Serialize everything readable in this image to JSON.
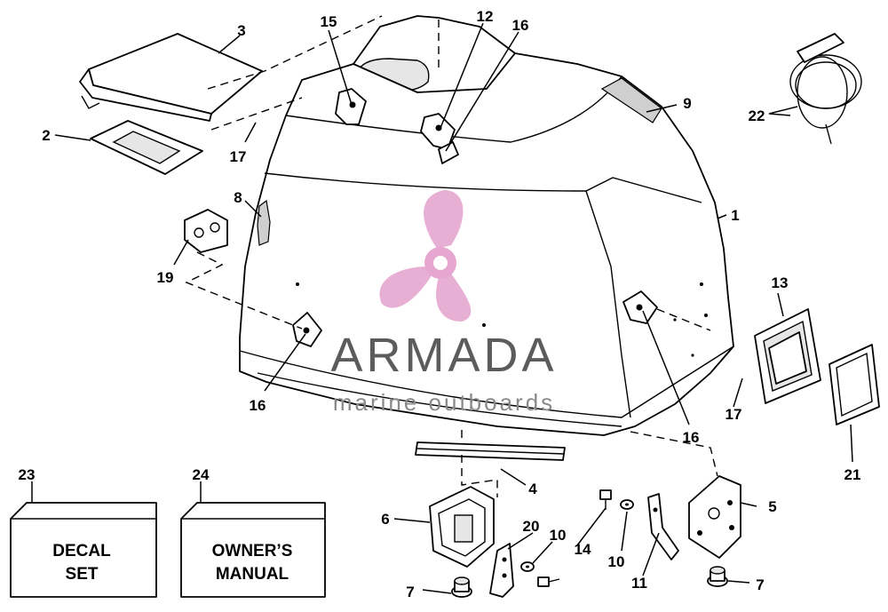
{
  "watermark": {
    "brand": "ARMADA",
    "tagline": "marine outboards",
    "logo_icon": "propeller-icon",
    "logo_color": "#e6a6cf",
    "text_color": "#5c5c5c"
  },
  "callouts": {
    "c1": "1",
    "c2": "2",
    "c3": "3",
    "c4": "4",
    "c5": "5",
    "c6": "6",
    "c7a": "7",
    "c7b": "7",
    "c8": "8",
    "c9": "9",
    "c10a": "10",
    "c10b": "10",
    "c11": "11",
    "c12": "12",
    "c13": "13",
    "c14": "14",
    "c15": "15",
    "c16a": "16",
    "c16b": "16",
    "c16c": "16",
    "c17a": "17",
    "c17b": "17",
    "c19": "19",
    "c20": "20",
    "c21": "21",
    "c22": "22",
    "c23": "23",
    "c24": "24"
  },
  "boxes": {
    "decal": {
      "line1": "DECAL",
      "line2": "SET"
    },
    "manual": {
      "line1": "OWNER’S",
      "line2": "MANUAL"
    }
  }
}
